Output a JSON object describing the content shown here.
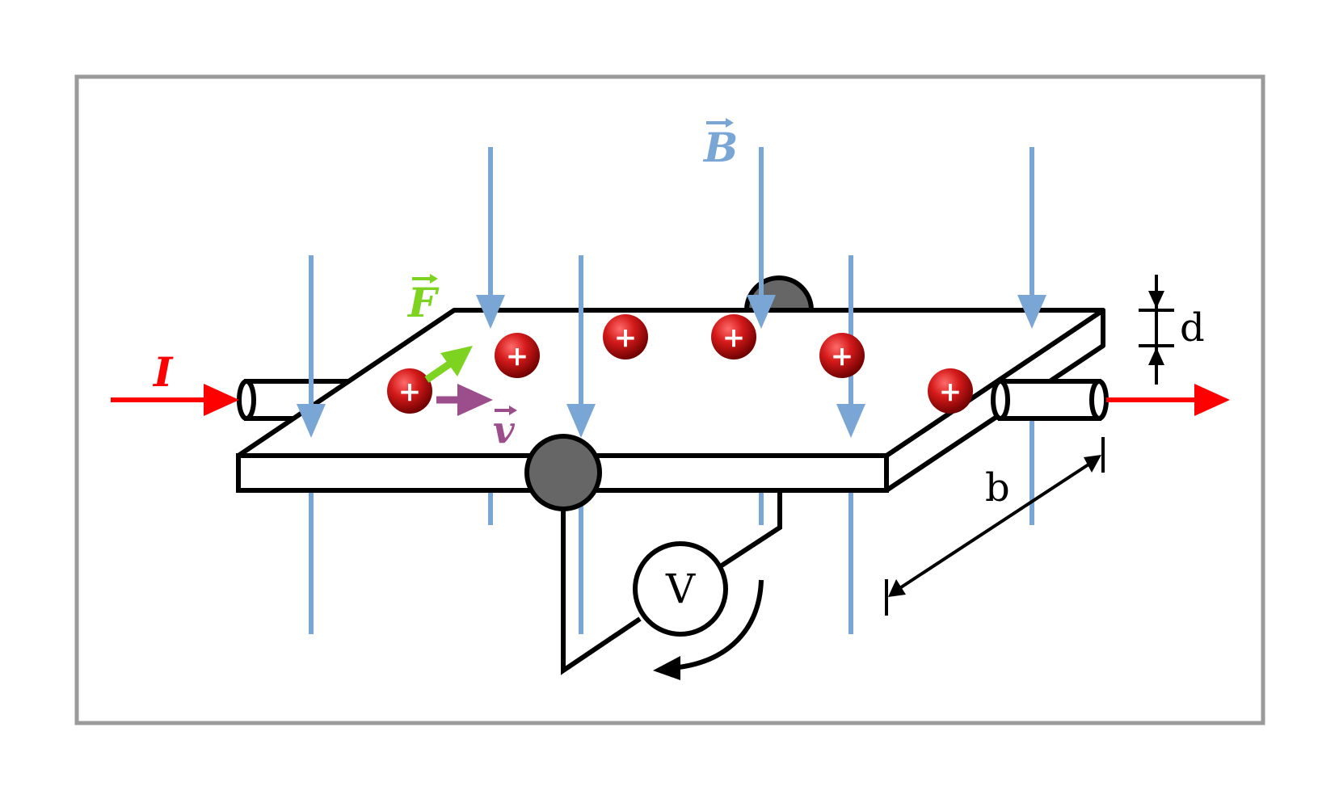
{
  "labels": {
    "current": "I",
    "magnetic_field": "B",
    "force": "F",
    "velocity": "v",
    "voltmeter": "V",
    "width": "b",
    "thickness": "d"
  },
  "charges": {
    "symbol": "+",
    "count": 6
  },
  "colors": {
    "frame": "#9a9a9a",
    "field": "#7aa6d6",
    "current": "#ff0000",
    "force": "#7ed321",
    "velocity": "#9b4d8c",
    "charge": "#c4161c",
    "contact": "#666666",
    "outline": "#000000"
  }
}
